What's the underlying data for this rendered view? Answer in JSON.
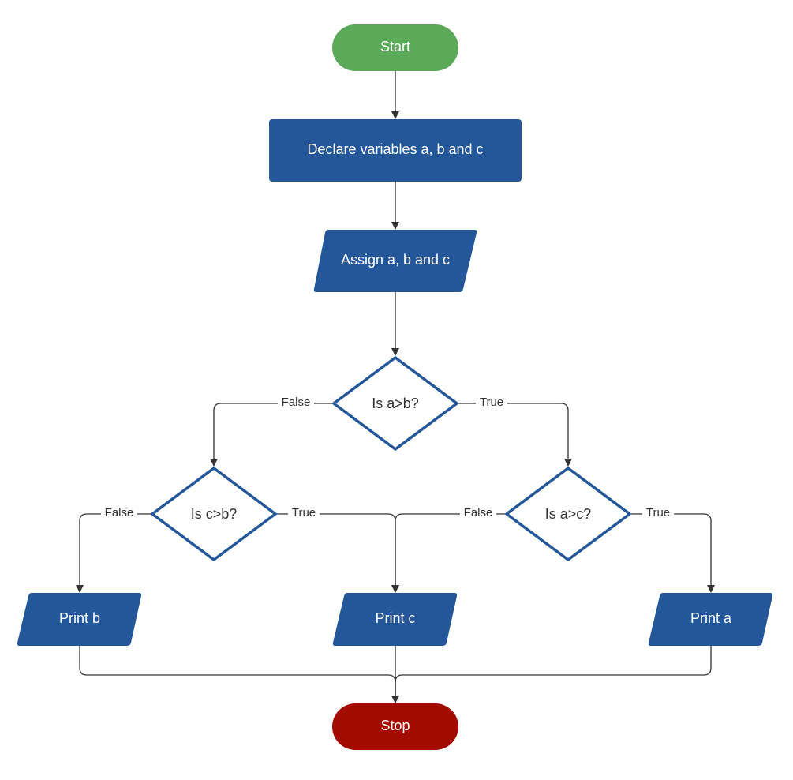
{
  "colors": {
    "start": "#5aaa5a",
    "process": "#23579a",
    "decision_stroke": "#23579a",
    "stop": "#a30a00",
    "line": "#333333",
    "text_light": "#ffffff",
    "text_dark": "#333333"
  },
  "nodes": {
    "start": "Start",
    "declare": "Declare variables a, b and c",
    "assign": "Assign a, b and c",
    "dec_ab": "Is a>b?",
    "dec_cb": "Is c>b?",
    "dec_ac": "Is a>c?",
    "print_b": "Print b",
    "print_c": "Print c",
    "print_a": "Print a",
    "stop": "Stop"
  },
  "edges": {
    "ab_false": "False",
    "ab_true": "True",
    "cb_false": "False",
    "cb_true": "True",
    "ac_false": "False",
    "ac_true": "True"
  }
}
